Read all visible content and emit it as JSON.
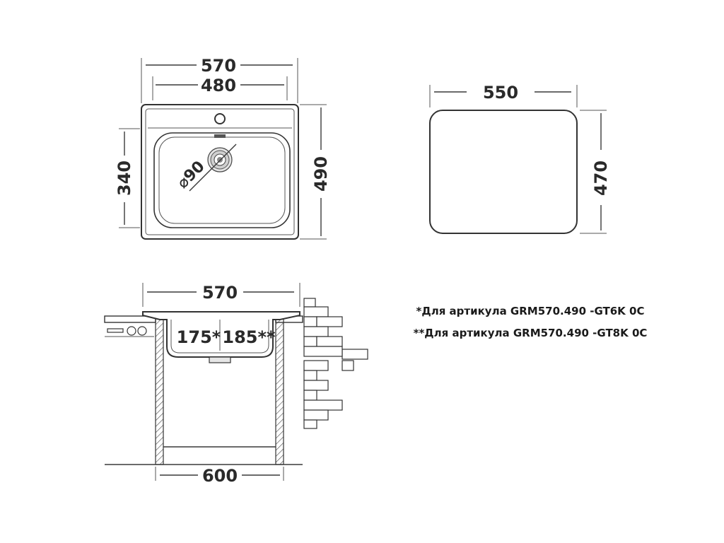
{
  "top_view": {
    "overall_width": "570",
    "bowl_width": "480",
    "bowl_depth": "340",
    "overall_depth": "490",
    "drain_diameter": "⌀90"
  },
  "cutout": {
    "width": "550",
    "depth": "470"
  },
  "side_view": {
    "sink_width": "570",
    "cabinet_width": "600",
    "bowl_depth_a": "175*",
    "bowl_depth_b": "185**"
  },
  "notes": [
    "*Для артикула GRM570.490 -GT6K 0C",
    "**Для артикула GRM570.490 -GT8K 0C"
  ]
}
